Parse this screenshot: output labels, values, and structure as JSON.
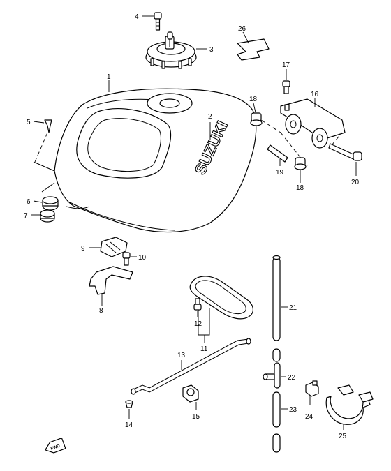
{
  "diagram": {
    "brand_text": "SUZUKI",
    "direction_label": "FWD",
    "callouts": {
      "c1": "1",
      "c2": "2",
      "c3": "3",
      "c4": "4",
      "c5": "5",
      "c6": "6",
      "c7": "7",
      "c8": "8",
      "c9": "9",
      "c10": "10",
      "c11": "11",
      "c12": "12",
      "c13": "13",
      "c14": "14",
      "c15": "15",
      "c16": "16",
      "c17": "17",
      "c18a": "18",
      "c18b": "18",
      "c19": "19",
      "c20": "20",
      "c21": "21",
      "c22": "22",
      "c23": "23",
      "c24": "24",
      "c25": "25",
      "c26": "26"
    }
  }
}
